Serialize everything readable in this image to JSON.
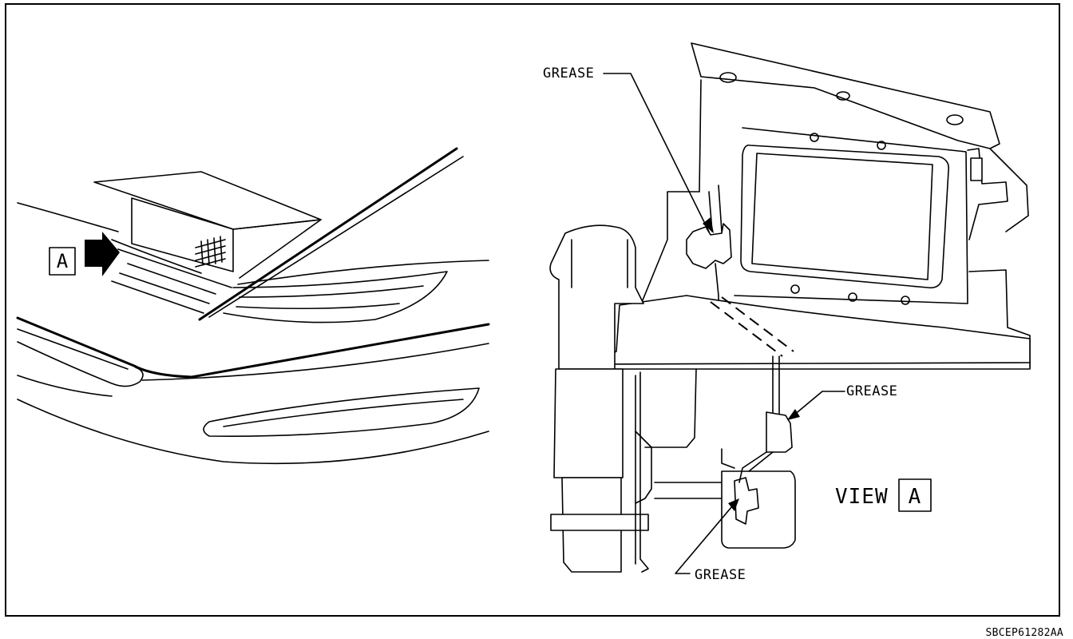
{
  "figure": {
    "callouts": {
      "grease_top": "GREASE",
      "grease_right": "GREASE",
      "grease_bottom": "GREASE"
    },
    "view_label": "VIEW",
    "view_letter": "A",
    "arrow_letter": "A",
    "figure_code": "SBCEP61282AA",
    "colors": {
      "ink": "#000000",
      "paper": "#ffffff"
    }
  }
}
